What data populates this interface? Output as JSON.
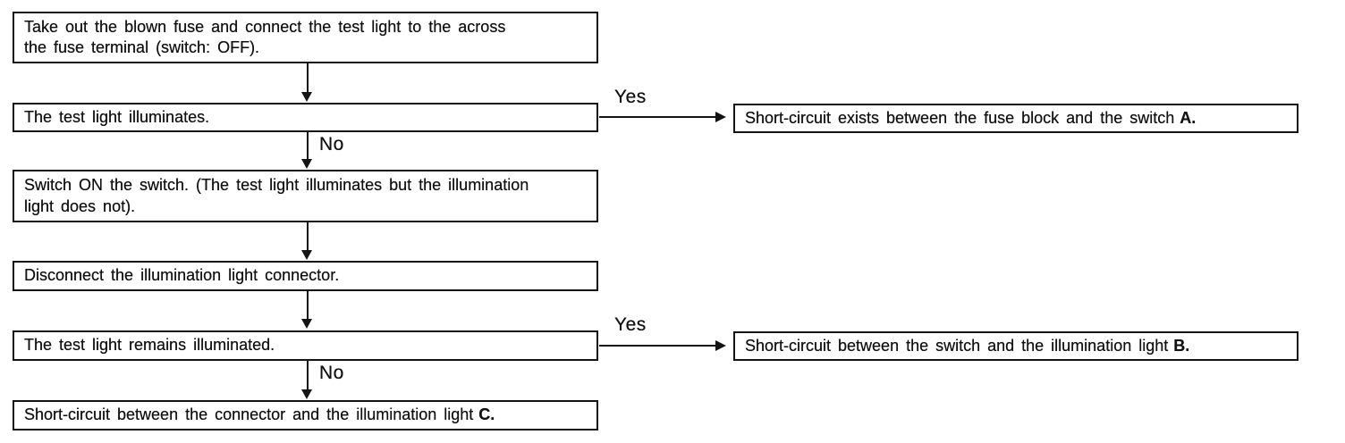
{
  "flowchart": {
    "colors": {
      "background": "#ffffff",
      "line": "#141414",
      "text": "#111111"
    },
    "steps": {
      "step1": "Take out the blown fuse and connect the test light to the across\nthe fuse terminal (switch: OFF).",
      "step2": "The test light illuminates.",
      "step3": "Switch ON the switch. (The test light illuminates but the illumination\nlight does not).",
      "step4": "Disconnect the illumination light connector.",
      "step5": "The test light remains illuminated.",
      "step6_text": "Short-circuit between the connector and the illumination light",
      "step6_label": "C."
    },
    "results": {
      "a_text": "Short-circuit exists between the fuse block and the switch",
      "a_label": "A.",
      "b_text": "Short-circuit between the switch and the illumination light",
      "b_label": "B."
    },
    "branch_labels": {
      "yes1": "Yes",
      "no1": "No",
      "yes2": "Yes",
      "no2": "No"
    }
  }
}
